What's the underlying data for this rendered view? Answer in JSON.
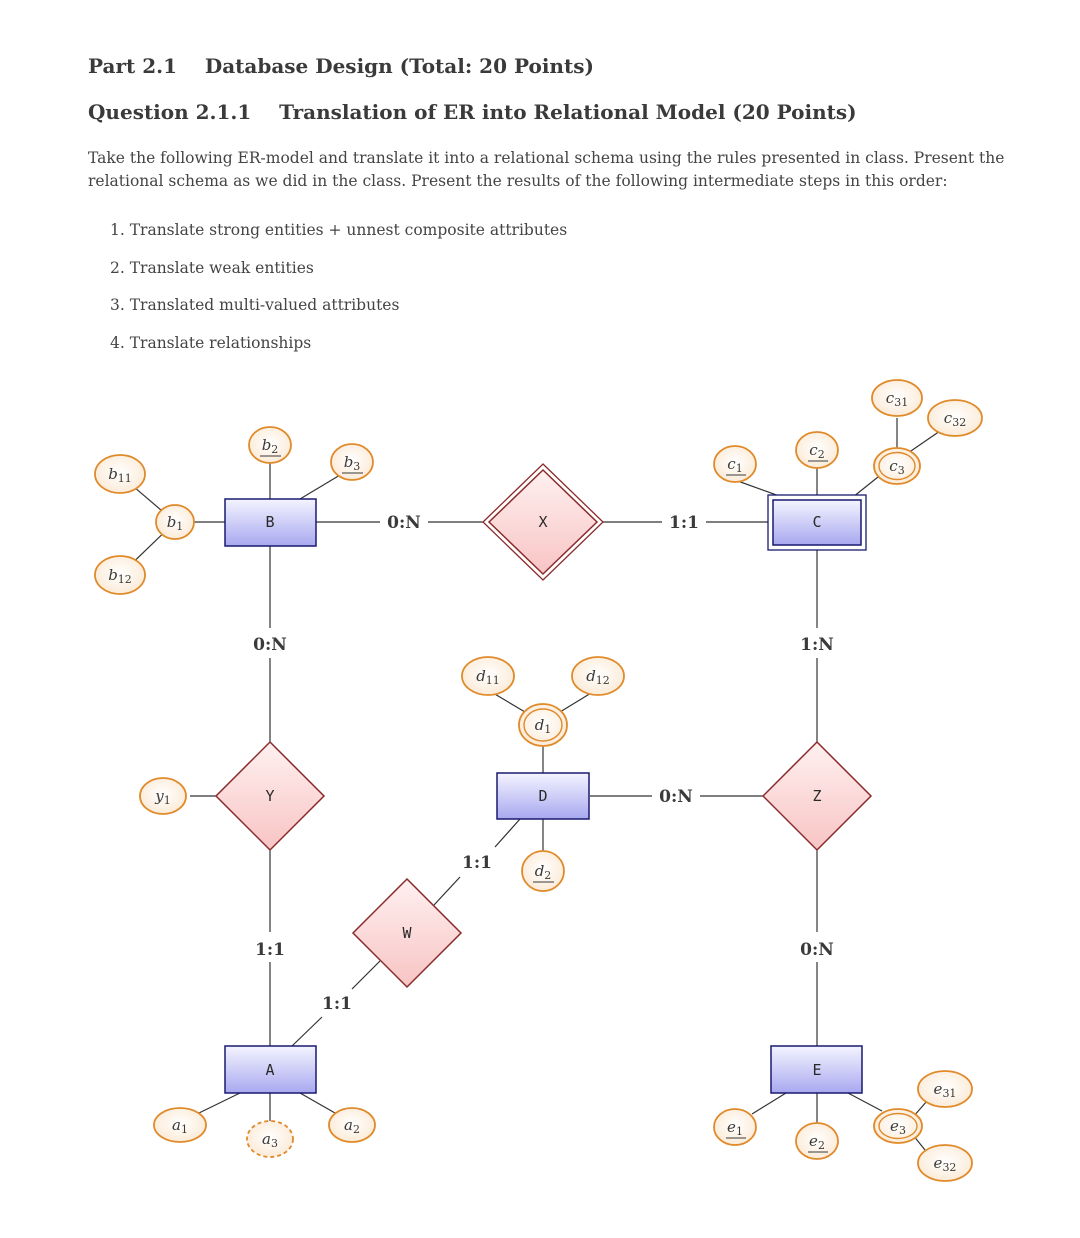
{
  "header": {
    "part": "Part 2.1    Database Design (Total: 20 Points)",
    "question": "Question 2.1.1    Translation of ER into Relational Model (20 Points)",
    "intro": "Take the following ER-model and translate it into a relational schema using the rules presented in class. Present the relational schema as we did in the class. Present the results of the following intermediate steps in this order:"
  },
  "steps": [
    "1. Translate strong entities + unnest composite attributes",
    "2. Translate weak entities",
    "3. Translated multi-valued attributes",
    "4. Translate relationships"
  ],
  "diagram": {
    "entities": {
      "A": "A",
      "B": "B",
      "C": "C",
      "D": "D",
      "E": "E"
    },
    "relationships": {
      "X": "X",
      "Y": "Y",
      "Z": "Z",
      "W": "W"
    },
    "attributes": {
      "b11": "b",
      "b11_sub": "11",
      "b12": "b",
      "b12_sub": "12",
      "b1": "b",
      "b1_sub": "1",
      "b2": "b",
      "b2_sub": "2",
      "b3": "b",
      "b3_sub": "3",
      "c1": "c",
      "c1_sub": "1",
      "c2": "c",
      "c2_sub": "2",
      "c3": "c",
      "c3_sub": "3",
      "c31": "c",
      "c31_sub": "31",
      "c32": "c",
      "c32_sub": "32",
      "d11": "d",
      "d11_sub": "11",
      "d12": "d",
      "d12_sub": "12",
      "d1": "d",
      "d1_sub": "1",
      "d2": "d",
      "d2_sub": "2",
      "y1": "y",
      "y1_sub": "1",
      "a1": "a",
      "a1_sub": "1",
      "a2": "a",
      "a2_sub": "2",
      "a3": "a",
      "a3_sub": "3",
      "e1": "e",
      "e1_sub": "1",
      "e2": "e",
      "e2_sub": "2",
      "e3": "e",
      "e3_sub": "3",
      "e31": "e",
      "e31_sub": "31",
      "e32": "e",
      "e32_sub": "32"
    },
    "cardinalities": {
      "b_x": "0:N",
      "x_c": "1:1",
      "b_y": "0:N",
      "y_a": "1:1",
      "c_z": "1:N",
      "z_e": "0:N",
      "d_z": "0:N",
      "d_w": "1:1",
      "w_a": "1:1"
    }
  }
}
